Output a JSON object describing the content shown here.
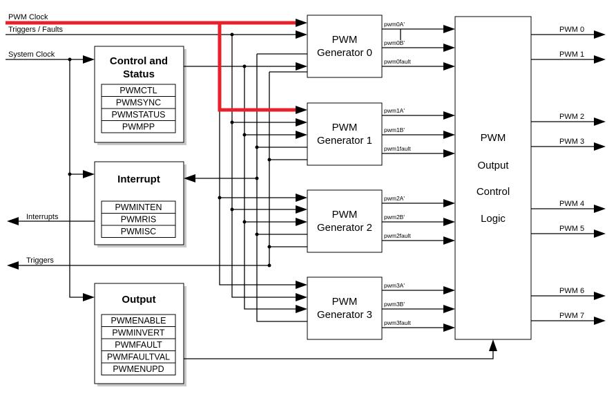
{
  "inputs": {
    "pwm_clock": "PWM Clock",
    "triggers_faults": "Triggers / Faults",
    "system_clock": "System Clock"
  },
  "outputs_left": {
    "interrupts": "Interrupts",
    "triggers": "Triggers"
  },
  "control_status": {
    "title_line1": "Control and",
    "title_line2": "Status",
    "registers": [
      "PWMCTL",
      "PWMSYNC",
      "PWMSTATUS",
      "PWMPP"
    ]
  },
  "interrupt": {
    "title": "Interrupt",
    "registers": [
      "PWMINTEN",
      "PWMRIS",
      "PWMISC"
    ]
  },
  "output": {
    "title": "Output",
    "registers": [
      "PWMENABLE",
      "PWMINVERT",
      "PWMFAULT",
      "PWMFAULTVAL",
      "PWMENUPD"
    ]
  },
  "generators": [
    {
      "line1": "PWM",
      "line2": "Generator 0",
      "ports": [
        "pwm0A'",
        "pwm0B'",
        "pwm0fault"
      ]
    },
    {
      "line1": "PWM",
      "line2": "Generator 1",
      "ports": [
        "pwm1A'",
        "pwm1B'",
        "pwm1fault"
      ]
    },
    {
      "line1": "PWM",
      "line2": "Generator 2",
      "ports": [
        "pwm2A'",
        "pwm2B'",
        "pwm2fault"
      ]
    },
    {
      "line1": "PWM",
      "line2": "Generator 3",
      "ports": [
        "pwm3A'",
        "pwm3B'",
        "pwm3fault"
      ]
    }
  ],
  "output_logic": {
    "lines": [
      "PWM",
      "Output",
      "Control",
      "Logic"
    ]
  },
  "pwm_outputs": [
    "PWM 0",
    "PWM 1",
    "PWM 2",
    "PWM 3",
    "PWM 4",
    "PWM 5",
    "PWM 6",
    "PWM 7"
  ],
  "colors": {
    "highlight": "#e8202a",
    "line": "#000000",
    "shadow": "#c8c8c8"
  }
}
